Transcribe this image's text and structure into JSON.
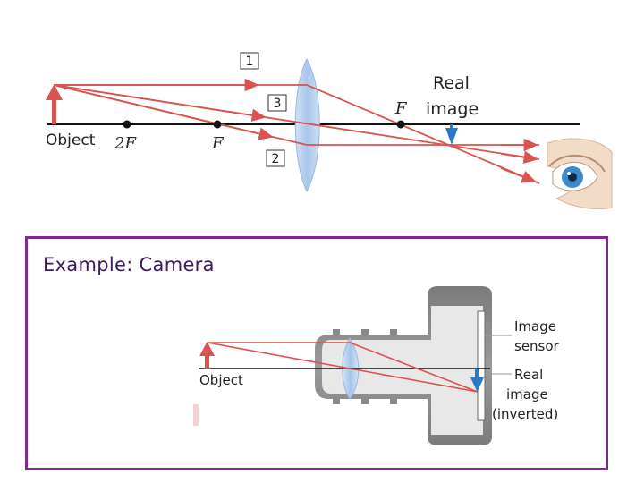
{
  "top_diagram": {
    "object_label": "Object",
    "two_f_label": "2F",
    "f_left_label": "F",
    "f_right_label": "F",
    "ray_labels": [
      "1",
      "3",
      "2"
    ],
    "real_image_line1": "Real",
    "real_image_line2": "image"
  },
  "example": {
    "title": "Example: Camera",
    "object_label": "Object",
    "image_sensor_line1": "Image",
    "image_sensor_line2": "sensor",
    "real_image_line1": "Real",
    "real_image_line2": "image",
    "real_image_line3": "(inverted)"
  },
  "colors": {
    "ray": "#d9534f",
    "lens": "#b9d3ee",
    "frame": "#7d2a8a",
    "image_arrow": "#2a78c8",
    "camera_body": "#8a8a8a"
  }
}
